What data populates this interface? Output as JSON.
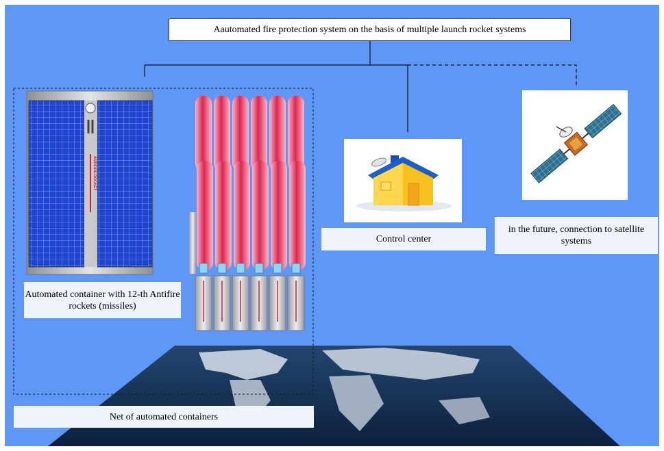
{
  "title": "Aautomated fire protection system on the basis of multiple launch rocket systems",
  "labels": {
    "container": "Automated container with 12-th Antifire rockets (missiles)",
    "control_center": "Control center",
    "satellite": "in the future, connection to satellite systems",
    "net": "Net  of automated containers"
  },
  "container_panel_text": "ANTIFIRE ROCKET",
  "colors": {
    "background": "#5f97f7",
    "label_fill": "#eef3fc",
    "solar_panel": "#1f45d0",
    "rocket_pink": "#f3a6bf",
    "rocket_red": "#e0254f",
    "house_wall": "#f7c21f",
    "house_roof": "#1e5fc7"
  },
  "icons": [
    "container-icon",
    "rocket-cluster-icon",
    "house-icon",
    "satellite-icon",
    "world-map-icon"
  ]
}
